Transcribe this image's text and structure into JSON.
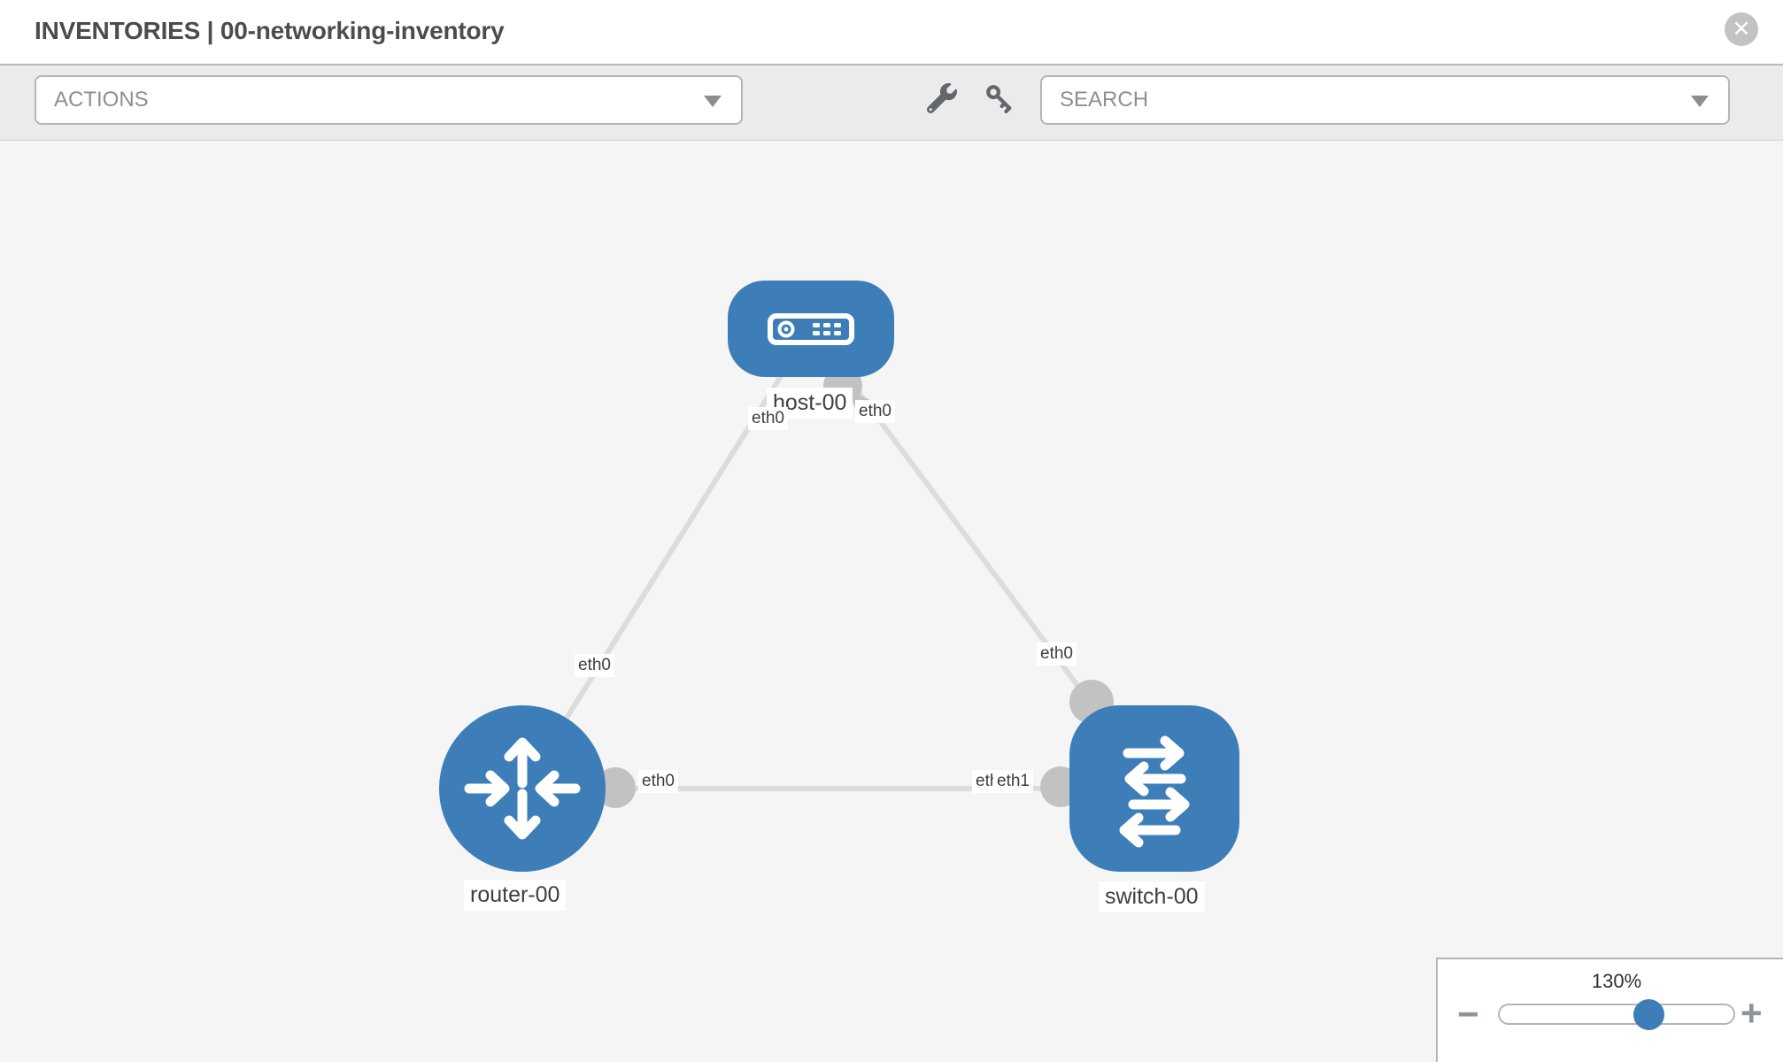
{
  "header": {
    "title": "INVENTORIES | 00-networking-inventory",
    "close_icon": "✕"
  },
  "toolbar": {
    "actions_label": "ACTIONS",
    "search_placeholder": "SEARCH"
  },
  "topology": {
    "nodes": [
      {
        "id": "host-00",
        "type": "host",
        "label": "host-00"
      },
      {
        "id": "router-00",
        "type": "router",
        "label": "router-00"
      },
      {
        "id": "switch-00",
        "type": "switch",
        "label": "switch-00"
      }
    ],
    "links": [
      {
        "source": "host-00",
        "source_interface": "eth0",
        "target": "router-00",
        "target_interface": "eth0"
      },
      {
        "source": "host-00",
        "source_interface": "eth0",
        "target": "switch-00",
        "target_interface": "eth0"
      },
      {
        "source": "router-00",
        "source_interface": "eth0",
        "target": "switch-00",
        "target_interface": "eth1"
      }
    ],
    "occluded_interface_label": "eth0"
  },
  "zoom_control": {
    "level": "130%",
    "slider_percent": 65,
    "zoom_out_icon": "−",
    "zoom_in_icon": "+"
  },
  "colors": {
    "node_blue": "#3d7eb9",
    "link_gray": "#dcdcdc",
    "interface_gray": "#c2c2c2",
    "canvas_bg": "#f5f5f5",
    "toolbar_bg": "#ebebeb"
  }
}
